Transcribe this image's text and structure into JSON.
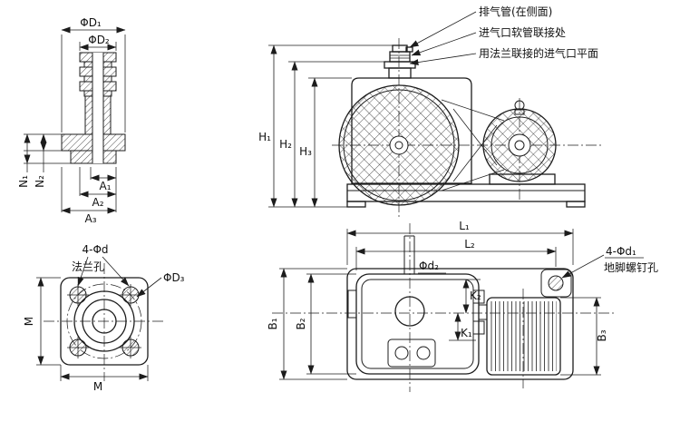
{
  "drawing": {
    "background": "#ffffff",
    "line_color": "#1c1c1c",
    "callouts": {
      "exhaust_pipe": "排气管(在侧面)",
      "inlet_hose_joint": "进气口软管联接处",
      "inlet_flange_plane": "用法兰联接的进气口平面"
    },
    "flange_section": {
      "phi_d1": "ΦD₁",
      "phi_d2": "ΦD₂",
      "n1": "N₁",
      "n2": "N₂",
      "a1": "A₁",
      "a2": "A₂",
      "a3": "A₃"
    },
    "elevation": {
      "h1": "H₁",
      "h2": "H₂",
      "h3": "H₃"
    },
    "flange_face": {
      "bolt_holes": "4-Φd",
      "bolt_holes_note": "法兰孔",
      "phi_d3": "ΦD₃",
      "m_left": "M",
      "m_bottom": "M"
    },
    "plan": {
      "l1": "L₁",
      "l2": "L₂",
      "b1": "B₁",
      "b2": "B₂",
      "b3": "B₃",
      "k1": "K₁",
      "k2": "K₂",
      "phi_d2_small": "Φd₂",
      "anchor_holes": "4-Φd₁",
      "anchor_holes_note": "地脚螺钉孔"
    }
  }
}
